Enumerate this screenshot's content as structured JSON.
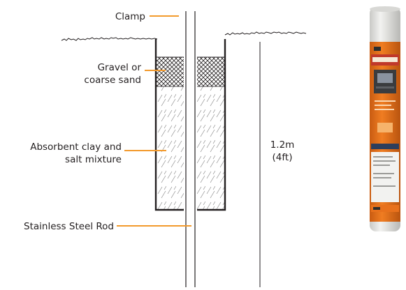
{
  "diagram": {
    "labels": {
      "clamp": "Clamp",
      "gravel_line1": "Gravel or",
      "gravel_line2": "coarse sand",
      "clay_line1": "Absorbent clay and",
      "clay_line2": "salt mixture",
      "rod": "Stainless Steel Rod",
      "depth_line1": "1.2m",
      "depth_line2": "(4ft)"
    },
    "colors": {
      "leader": "#f39a2c",
      "ink": "#231f20",
      "hatch": "#8a8a8a"
    },
    "product_photo": {
      "label_colors": {
        "tube": "#e7e7e5",
        "label": "#e8711c",
        "panel": "#3a3c3f",
        "screen": "#8a93a0"
      }
    }
  }
}
